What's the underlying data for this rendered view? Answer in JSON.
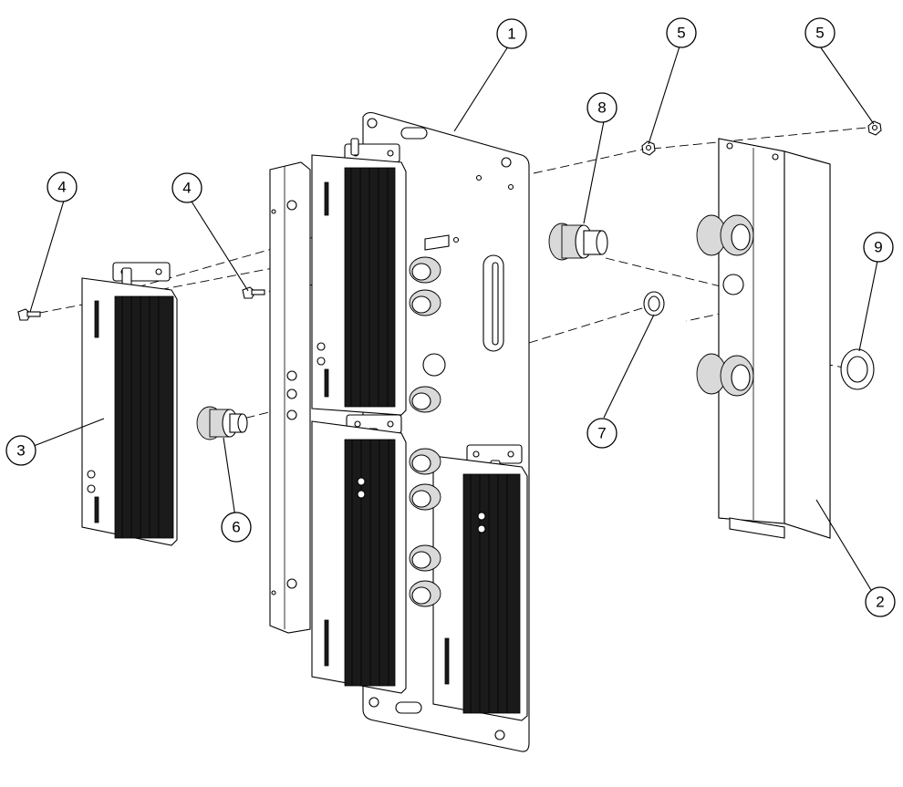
{
  "diagram": {
    "callouts": [
      {
        "id": "c1",
        "label": "1"
      },
      {
        "id": "c2",
        "label": "2"
      },
      {
        "id": "c3",
        "label": "3"
      },
      {
        "id": "c4a",
        "label": "4"
      },
      {
        "id": "c4b",
        "label": "4"
      },
      {
        "id": "c5a",
        "label": "5"
      },
      {
        "id": "c5b",
        "label": "5"
      },
      {
        "id": "c6",
        "label": "6"
      },
      {
        "id": "c7",
        "label": "7"
      },
      {
        "id": "c8",
        "label": "8"
      },
      {
        "id": "c9",
        "label": "9"
      }
    ]
  }
}
